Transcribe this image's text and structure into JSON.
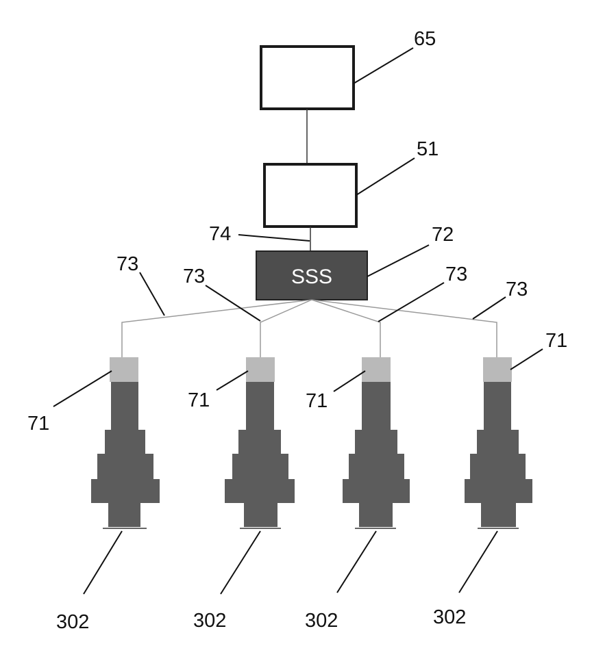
{
  "labels": {
    "box_top": "65",
    "box_mid": "51",
    "line_74": "74",
    "sss_ref": "72",
    "sss_text": "SSS",
    "cable_a": "73",
    "cable_b": "73",
    "cable_c": "73",
    "cable_d": "73",
    "conn_a": "71",
    "conn_b": "71",
    "conn_c": "71",
    "conn_d": "71",
    "inj_a": "302",
    "inj_b": "302",
    "inj_c": "302",
    "inj_d": "302"
  },
  "colors": {
    "sss_fill": "#4d4d4d",
    "connector": "#b9b9b9",
    "injector_body": "#5c5c5c"
  }
}
